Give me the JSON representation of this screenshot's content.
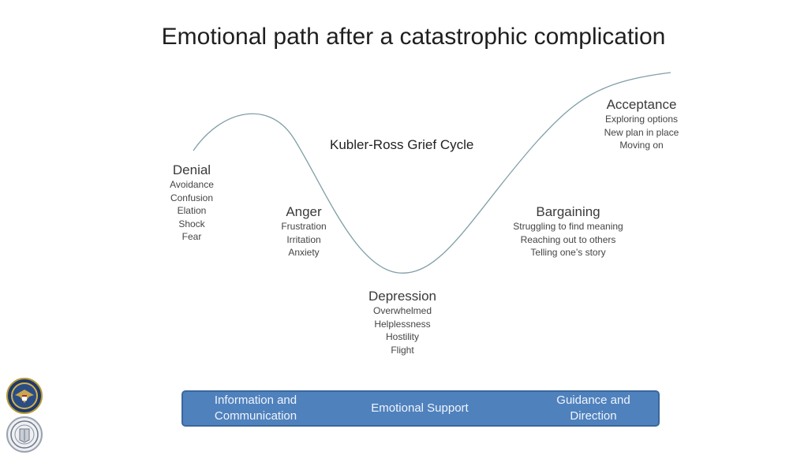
{
  "slide": {
    "title": "Emotional path after a catastrophic complication",
    "subtitle": "Kubler-Ross Grief Cycle"
  },
  "stages": [
    {
      "key": "denial",
      "name": "Denial",
      "items": [
        "Avoidance",
        "Confusion",
        "Elation",
        "Shock",
        "Fear"
      ]
    },
    {
      "key": "anger",
      "name": "Anger",
      "items": [
        "Frustration",
        "Irritation",
        "Anxiety"
      ]
    },
    {
      "key": "depression",
      "name": "Depression",
      "items": [
        "Overwhelmed",
        "Helplessness",
        "Hostility",
        "Flight"
      ]
    },
    {
      "key": "bargaining",
      "name": "Bargaining",
      "items": [
        "Struggling to find meaning",
        "Reaching out to others",
        "Telling one’s story"
      ]
    },
    {
      "key": "acceptance",
      "name": "Acceptance",
      "items": [
        "Exploring options",
        "New plan in place",
        "Moving on"
      ]
    }
  ],
  "support_bar": {
    "left_line1": "Information and",
    "left_line2": "Communication",
    "middle": "Emotional Support",
    "right_line1": "Guidance and",
    "right_line2": "Direction"
  },
  "colors": {
    "curve": "#7f9fa6",
    "bar_fill": "#4f81bd",
    "bar_border": "#3b679c"
  },
  "logos": [
    "va-seal-icon",
    "university-seal-icon"
  ]
}
